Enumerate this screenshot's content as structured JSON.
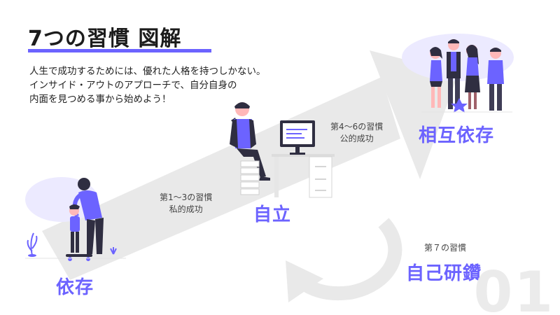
{
  "title": "7つの習慣 図解",
  "description": [
    "人生で成功するためには、優れた人格を持つしかない。",
    "インサイド・アウトのアプローチで、自分自身の",
    "内面を見つめる事から始めよう！"
  ],
  "stages": {
    "dependence": {
      "label": "依存"
    },
    "independence": {
      "label": "自立",
      "habits": "第1〜3の習慣",
      "area": "私的成功"
    },
    "interdependence": {
      "label": "相互依存",
      "habits": "第4〜6の習慣",
      "area": "公的成功"
    },
    "renewal": {
      "label": "自己研鑽",
      "habits": "第７の習慣"
    }
  },
  "slide_number": "01",
  "colors": {
    "accent": "#6c63ff",
    "arrow": "#e9e9e9",
    "dark": "#2f2e41",
    "skin": "#ffb8b8",
    "blob": "#eceaff"
  }
}
